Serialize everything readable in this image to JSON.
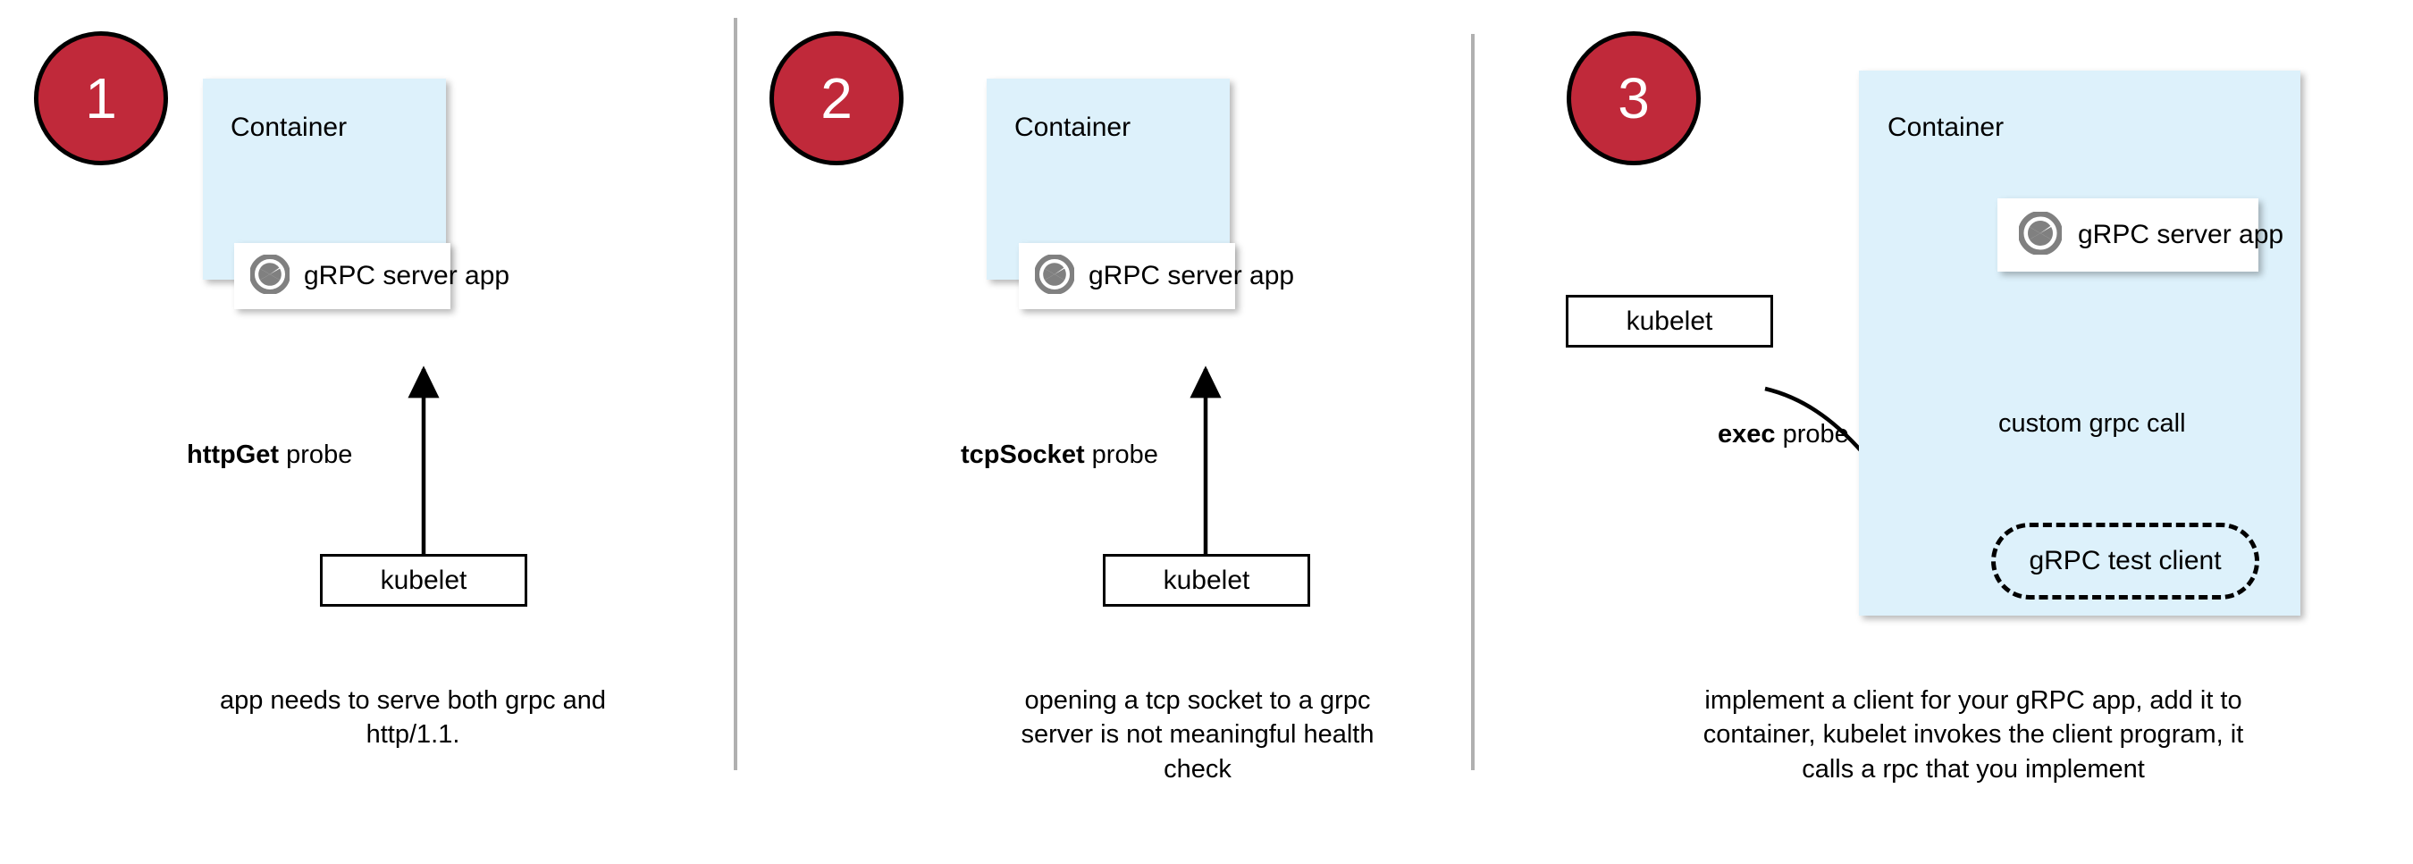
{
  "colors": {
    "badge_fill": "#c0293a",
    "badge_text": "#ffffff",
    "container_fill": "#ddf1fb",
    "card_fill": "#ffffff",
    "stroke": "#000000",
    "divider": "#b0b0b0",
    "icon_gray": "#808080",
    "page_bg": "#ffffff"
  },
  "panels": [
    {
      "step": "1",
      "container_label": "Container",
      "app_label": "gRPC server app",
      "app_icon": "grpc-aperture-icon",
      "probe_label_bold": "httpGet",
      "probe_label_rest": " probe",
      "kubelet_label": "kubelet",
      "caption": "app needs to serve both grpc and http/1.1."
    },
    {
      "step": "2",
      "container_label": "Container",
      "app_label": "gRPC server app",
      "app_icon": "grpc-aperture-icon",
      "probe_label_bold": "tcpSocket",
      "probe_label_rest": " probe",
      "kubelet_label": "kubelet",
      "caption": "opening a tcp socket to a grpc server is not meaningful health check"
    },
    {
      "step": "3",
      "container_label": "Container",
      "app_label": "gRPC server app",
      "app_icon": "grpc-aperture-icon",
      "probe_label_bold": "exec",
      "probe_label_rest": " probe",
      "kubelet_label": "kubelet",
      "test_client_label": "gRPC test client",
      "custom_call_label": "custom grpc call",
      "caption": "implement a client for your gRPC app, add it to container, kubelet invokes the client program, it calls a rpc that you implement"
    }
  ]
}
